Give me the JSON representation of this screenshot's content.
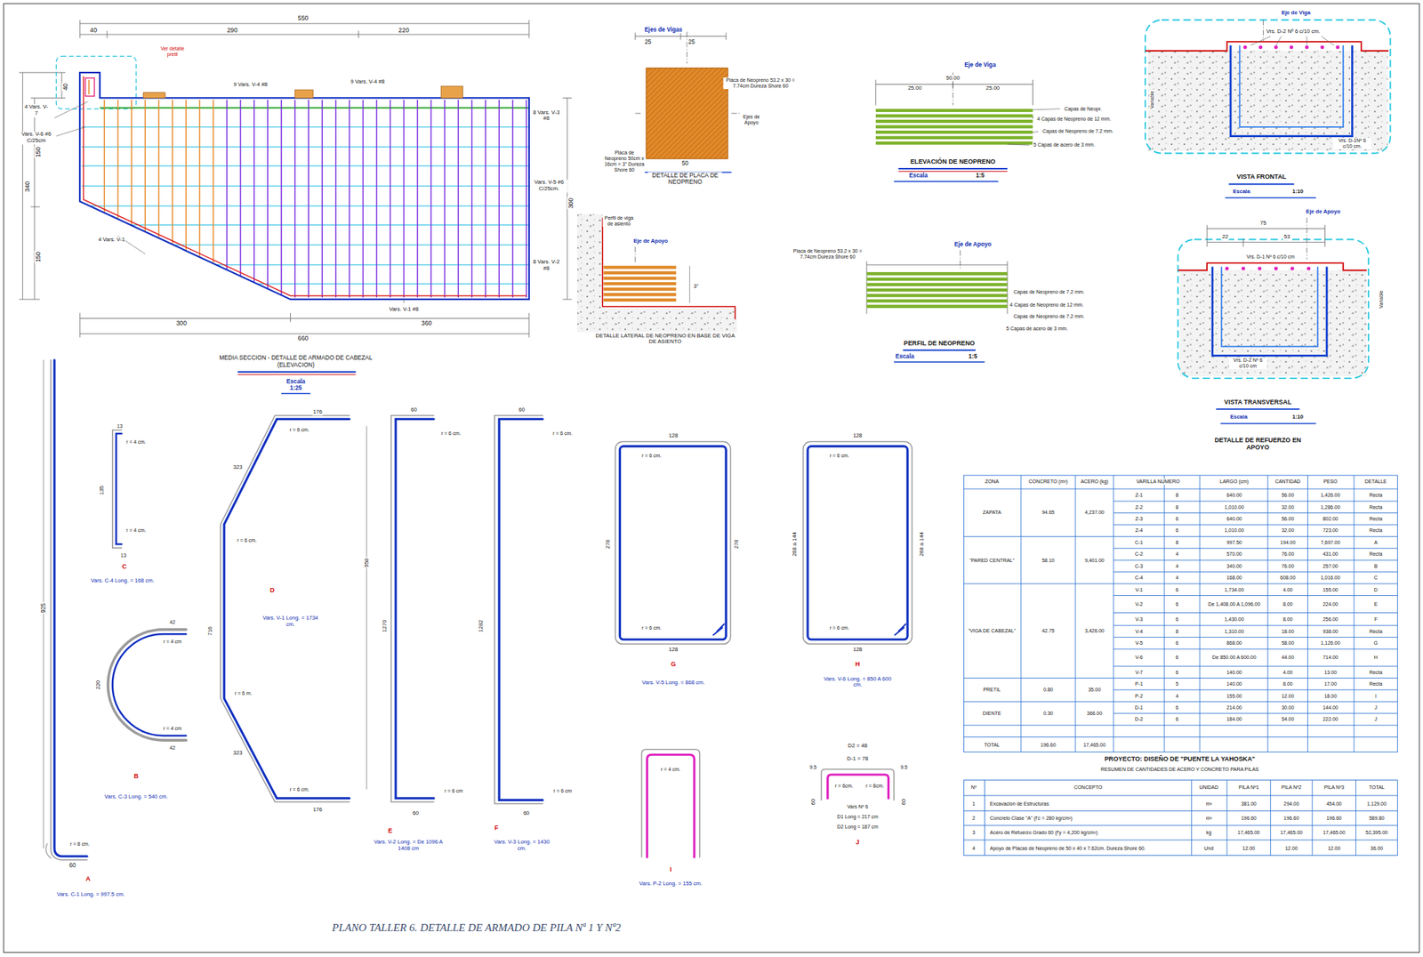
{
  "diagram": {
    "caption": "PLANO TALLER 6. DETALLE DE ARMADO DE PILA Nª 1 Y Nª2",
    "labels": [
      "550",
      "40",
      "290",
      "220",
      "Ver detalle pretil",
      "40",
      "340",
      "150",
      "150",
      "9 Vars. V-4 #8",
      "9 Vars. V-4 #8",
      "4 Vars. V-7",
      "Vars. V-6 #6 C/25cm",
      "8 Vars. V-3 #8",
      "Vars. V-5 #6 C/25cm.",
      "300",
      "8 Vars. V-2 #8",
      "4 Vars. V-1",
      "Vars. V-1 #8",
      "300",
      "360",
      "660",
      "MEDIA SECCION - DETALLE DE ARMADO DE CABEZAL (ELEVACION)",
      "Escala 1:25",
      "Ejes de Vigas",
      "25",
      "25",
      "Placa de Neopreno 53.2 x 30 = 7.74cm Dureza Shore 60",
      "Ejes de Apoyo",
      "Placa de Neopreno 50cm x 16cm = 3\" Dureza Shore 60",
      "50",
      "DETALLE DE PLACA DE NEOPRENO",
      "Eje de Viga",
      "50.00",
      "25.00",
      "25.00",
      "Capas de Neopr.",
      "4 Capas de Neopreno de 12 mm.",
      "Capas de Neopreno de 7.2 mm.",
      "5 Capas de acero de 3 mm.",
      "ELEVACIÓN DE NEOPRENO",
      "Escala",
      "1:5",
      "Perfil de viga de asiento",
      "Eje de Apoyo",
      "3\"",
      "DETALLE LATERAL DE NEOPRENO EN BASE DE VIGA DE ASIENTO",
      "Eje de Apoyo",
      "Placa de Neopreno 53.2 x 30 = 7.74cm Dureza Shore 60",
      "Capas de Neopreno de 7.2 mm.",
      "4 Capas de Neopreno de 12 mm.",
      "Capas de Neopreno de 7.2 mm.",
      "5 Capas de acero de 3 mm.",
      "PERFIL DE NEOPRENO",
      "Escala",
      "1:5",
      "Eje de Viga",
      "Vrs. D-2 Nº 6 c/10 cm.",
      "Variable",
      "Vrs. D-1Nº 6 c/10 cm.",
      "VISTA FRONTAL",
      "Escala",
      "1:10",
      "Eje de Apoyo",
      "75",
      "22",
      "53",
      "Vrs. D-1 Nº 6 c/10 cm",
      "Variable",
      "Vrs. D-2 Nº 6 c/10 cm",
      "VISTA TRANSVERSAL",
      "Escala",
      "1:10",
      "DETALLE DE REFUERZO EN APOYO",
      "925",
      "r = 8 cm.",
      "60",
      "A",
      "Vars. C-1 Long. = 997.5 cm.",
      "13",
      "r = 4 cm.",
      "135",
      "r = 4 cm.",
      "13",
      "C",
      "Vars. C-4 Long. = 168 cm.",
      "42",
      "r = 4 cm",
      "220",
      "r = 4 cm",
      "42",
      "B",
      "Vars. C-3 Long. = 540 cm.",
      "176",
      "r = 6 cm.",
      "323",
      "r = 6 cm.",
      "D",
      "Vars. V-1 Long. = 1734 cm.",
      "716",
      "r = 6 m.",
      "323",
      "r = 6 cm.",
      "176",
      "60",
      "r = 6 cm.",
      "958",
      "1270",
      "r = 6 cm",
      "60",
      "E",
      "Vars. V-2 Long. = De 1096 A 1408 cm",
      "60",
      "r = 6 cm.",
      "1282",
      "r = 6 cm",
      "60",
      "F",
      "Vars. V-3 Long. = 1430 cm.",
      "128",
      "r = 6 cm.",
      "278",
      "278",
      "r = 6 cm.",
      "128",
      "G",
      "Vars. V-5 Long. = 868 cm.",
      "128",
      "r = 6 cm.",
      "268 a 144",
      "268 a 144",
      "r = 6 cm.",
      "128",
      "H",
      "Vars. V-6 Long. = 850 A 600 cm.",
      "r = 4 cm.",
      "I",
      "Vars. P-2 Long. = 155 cm.",
      "D2 = 48",
      "D-1 = 78",
      "9.5",
      "9.5",
      "60",
      "60",
      "r = 6cm.",
      "r = 8cm.",
      "Vars Nº 6",
      "D1 Long = 217 cm",
      "D2 Long = 187 cm",
      "J",
      "ZONA",
      "CONCRETO (m³)",
      "ACERO (kg)",
      "VARILLA NUMERO",
      "LARGO (cm)",
      "CANTIDAD",
      "PESO",
      "DETALLE",
      "ZAPATA",
      "94.65",
      "4,237.00",
      "Z-1",
      "8",
      "640.00",
      "56.00",
      "1,426.00",
      "Recta",
      "Z-2",
      "8",
      "1,010.00",
      "32.00",
      "1,286.00",
      "Recta",
      "Z-3",
      "6",
      "640.00",
      "56.00",
      "802.00",
      "Recta",
      "Z-4",
      "6",
      "1,010.00",
      "32.00",
      "723.00",
      "Recta",
      "\"PARED CENTRAL\"",
      "58.10",
      "9,401.00",
      "C-1",
      "8",
      "997.50",
      "194.00",
      "7,697.00",
      "A",
      "C-2",
      "4",
      "570.00",
      "76.00",
      "431.00",
      "Recta",
      "C-3",
      "4",
      "340.00",
      "76.00",
      "257.00",
      "B",
      "C-4",
      "4",
      "168.00",
      "608.00",
      "1,016.00",
      "C",
      "\"VIGA DE CABEZAL\"",
      "42.75",
      "3,426.00",
      "V-1",
      "6",
      "1,734.00",
      "4.00",
      "155.00",
      "D",
      "V-2",
      "6",
      "De 1,408.00 A 1,096.00",
      "8.00",
      "224.00",
      "E",
      "V-3",
      "6",
      "1,430.00",
      "8.00",
      "256.00",
      "F",
      "V-4",
      "8",
      "1,310.00",
      "18.00",
      "938.00",
      "Recta",
      "V-5",
      "6",
      "868.00",
      "58.00",
      "1,126.00",
      "G",
      "V-6",
      "6",
      "De 850.00 A 600.00",
      "44.00",
      "714.00",
      "H",
      "V-7",
      "6",
      "140.00",
      "4.00",
      "13.00",
      "Recta",
      "PRETIL",
      "0.80",
      "35.00",
      "P-1",
      "5",
      "140.00",
      "8.00",
      "17.00",
      "Recta",
      "P-2",
      "4",
      "155.00",
      "12.00",
      "18.00",
      "I",
      "DIENTE",
      "0.30",
      "366.00",
      "D-1",
      "6",
      "214.00",
      "30.00",
      "144.00",
      "J",
      "D-2",
      "6",
      "184.00",
      "54.00",
      "222.00",
      "J",
      "TOTAL",
      "196.60",
      "17,465.00",
      "PROYECTO: DISEÑO DE \"PUENTE LA YAHOSKA\"",
      "RESUMEN DE CANTIDADES DE ACERO Y CONCRETO PARA PILAS",
      "Nº",
      "CONCEPTO",
      "UNIDAD",
      "PILA Nº1",
      "PILA Nº2",
      "PILA Nº3",
      "TOTAL",
      "1",
      "Excavación de Estructuras",
      "m³",
      "381.00",
      "294.00",
      "454.00",
      "1,129.00",
      "2",
      "Concreto Clase \"A\" (f'c = 280 kg/cm²)",
      "m³",
      "196.60",
      "196.60",
      "196.60",
      "589.80",
      "3",
      "Acero de Refuerzo Grado 60 (f'y = 4,200 kg/cm²)",
      "kg",
      "17,465.00",
      "17,465.00",
      "17,465.00",
      "52,395.00",
      "4",
      "Apoyo de Placas de Neopreno de 50 x 40 x 7.62cm. Dureza Shore 60.",
      "Und",
      "12.00",
      "12.00",
      "12.00",
      "36.00"
    ]
  }
}
